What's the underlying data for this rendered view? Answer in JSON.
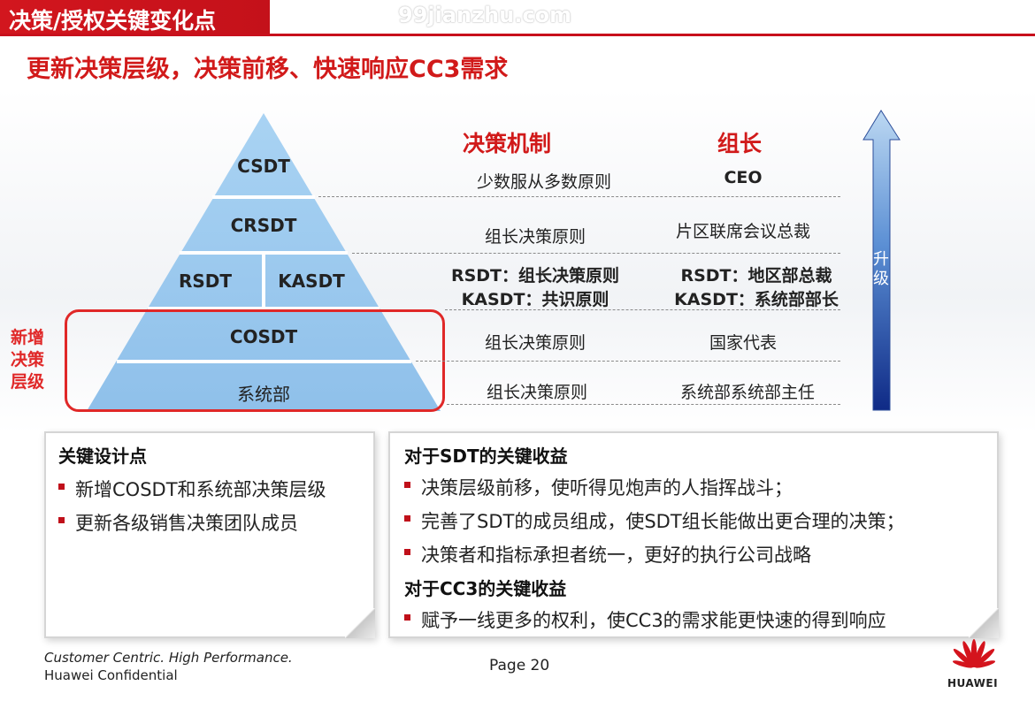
{
  "header": {
    "title": "决策/授权关键变化点",
    "watermark": "99jianzhu.com",
    "subtitle": "更新决策层级，决策前移、快速响应CC3需求"
  },
  "pyramid": {
    "levels": [
      "CSDT",
      "CRSDT",
      "RSDT",
      "KASDT",
      "COSDT",
      "系统部"
    ],
    "new_label": "新增决策层级"
  },
  "table": {
    "col_mechanism": "决策机制",
    "col_leader": "组长",
    "rows": [
      {
        "mechanism": "少数服从多数原则",
        "leader": "CEO"
      },
      {
        "mechanism": "组长决策原则",
        "leader": "片区联席会议总裁"
      },
      {
        "mechanism_1": "RSDT：组长决策原则",
        "mechanism_2": "KASDT：共识原则",
        "leader_1": "RSDT：地区部总裁",
        "leader_2": "KASDT：系统部部长"
      },
      {
        "mechanism": "组长决策原则",
        "leader": "国家代表"
      },
      {
        "mechanism": "组长决策原则",
        "leader": "系统部系统部主任"
      }
    ]
  },
  "arrow": {
    "label": "升级",
    "color": "#3e78c8"
  },
  "left_panel": {
    "title": "关键设计点",
    "items": [
      "新增COSDT和系统部决策层级",
      "更新各级销售决策团队成员"
    ]
  },
  "right_panel": {
    "title_sdt": "对于SDT的关键收益",
    "sdt_items": [
      "决策层级前移，使听得见炮声的人指挥战斗；",
      "完善了SDT的成员组成，使SDT组长能做出更合理的决策；",
      "决策者和指标承担者统一，更好的执行公司战略"
    ],
    "title_cc3": "对于CC3的关键收益",
    "cc3_items": [
      "赋予一线更多的权利，使CC3的需求能更快速的得到响应"
    ]
  },
  "footer": {
    "slogan": "Customer Centric. High Performance.",
    "confidential": "Huawei Confidential",
    "page": "Page 20",
    "logo": "HUAWEI"
  },
  "colors": {
    "brand_red": "#c8101c",
    "pyramid_blue": "#9ecbf0"
  }
}
